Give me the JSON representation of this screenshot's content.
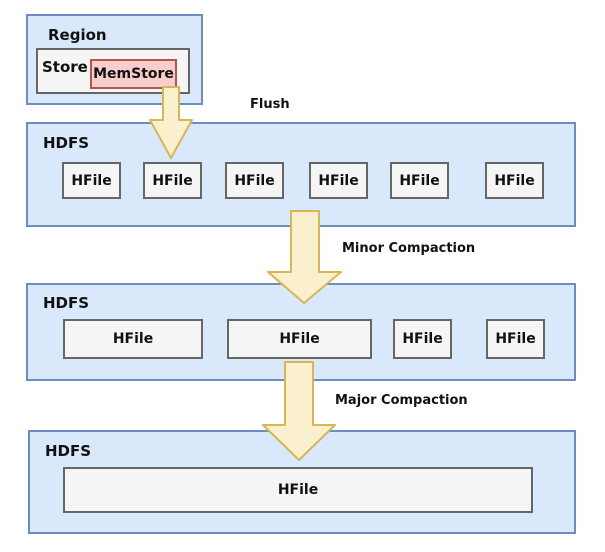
{
  "region": {
    "label": "Region",
    "store_label": "Store",
    "memstore_label": "MemStore"
  },
  "flow_labels": {
    "flush": "Flush",
    "minor_compaction": "Minor Compaction",
    "major_compaction": "Major Compaction"
  },
  "hdfs_top": {
    "label": "HDFS",
    "hfiles": [
      "HFile",
      "HFile",
      "HFile",
      "HFile",
      "HFile",
      "HFile"
    ]
  },
  "hdfs_mid": {
    "label": "HDFS",
    "hfiles": [
      "HFile",
      "HFile",
      "HFile",
      "HFile"
    ]
  },
  "hdfs_bottom": {
    "label": "HDFS",
    "hfiles": [
      "HFile"
    ]
  },
  "colors": {
    "container_fill": "#dae8fc",
    "container_border": "#6c8ebf",
    "file_fill": "#f5f5f5",
    "file_border": "#666666",
    "memstore_fill": "#f8cecc",
    "memstore_border": "#b85450",
    "arrow_fill": "#faf0cd",
    "arrow_border": "#d6b656"
  }
}
